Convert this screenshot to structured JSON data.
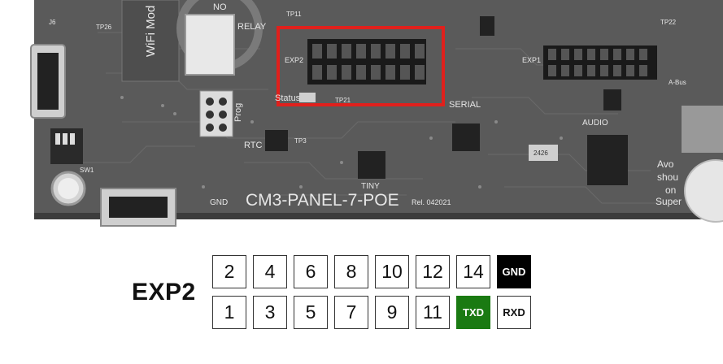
{
  "board": {
    "name": "CM3-PANEL-7-POE",
    "revision": "Rel. 042021",
    "labels": {
      "relay": "RELAY",
      "no": "NO",
      "wifi": "WiFi Mod",
      "exp2": "EXP2",
      "exp1": "EXP1",
      "status": "Status",
      "prog": "Prog",
      "serial": "SERIAL",
      "audio": "AUDIO",
      "rtc": "RTC",
      "tiny": "TINY",
      "gnd": "GND",
      "sw1": "SW1",
      "j6": "J6",
      "tp26": "TP26",
      "tp11": "TP11",
      "tp21": "TP21",
      "tp3": "TP3",
      "tp22": "TP22",
      "abus": "A-Bus",
      "chip": "2426",
      "avoid": "Avo",
      "shou": "shou",
      "on": "on",
      "super": "Super"
    },
    "highlight_color": "#e0201c"
  },
  "exp2_pinout": {
    "title": "EXP2",
    "top_row": [
      {
        "label": "2",
        "style": "plain"
      },
      {
        "label": "4",
        "style": "plain"
      },
      {
        "label": "6",
        "style": "plain"
      },
      {
        "label": "8",
        "style": "plain"
      },
      {
        "label": "10",
        "style": "plain"
      },
      {
        "label": "12",
        "style": "plain"
      },
      {
        "label": "14",
        "style": "plain"
      },
      {
        "label": "GND",
        "style": "black"
      }
    ],
    "bottom_row": [
      {
        "label": "1",
        "style": "plain"
      },
      {
        "label": "3",
        "style": "plain"
      },
      {
        "label": "5",
        "style": "plain"
      },
      {
        "label": "7",
        "style": "plain"
      },
      {
        "label": "9",
        "style": "plain"
      },
      {
        "label": "11",
        "style": "plain"
      },
      {
        "label": "TXD",
        "style": "green"
      },
      {
        "label": "RXD",
        "style": "plain"
      }
    ],
    "colors": {
      "black": "#000000",
      "green": "#1a7a12",
      "plain": "#ffffff"
    }
  }
}
